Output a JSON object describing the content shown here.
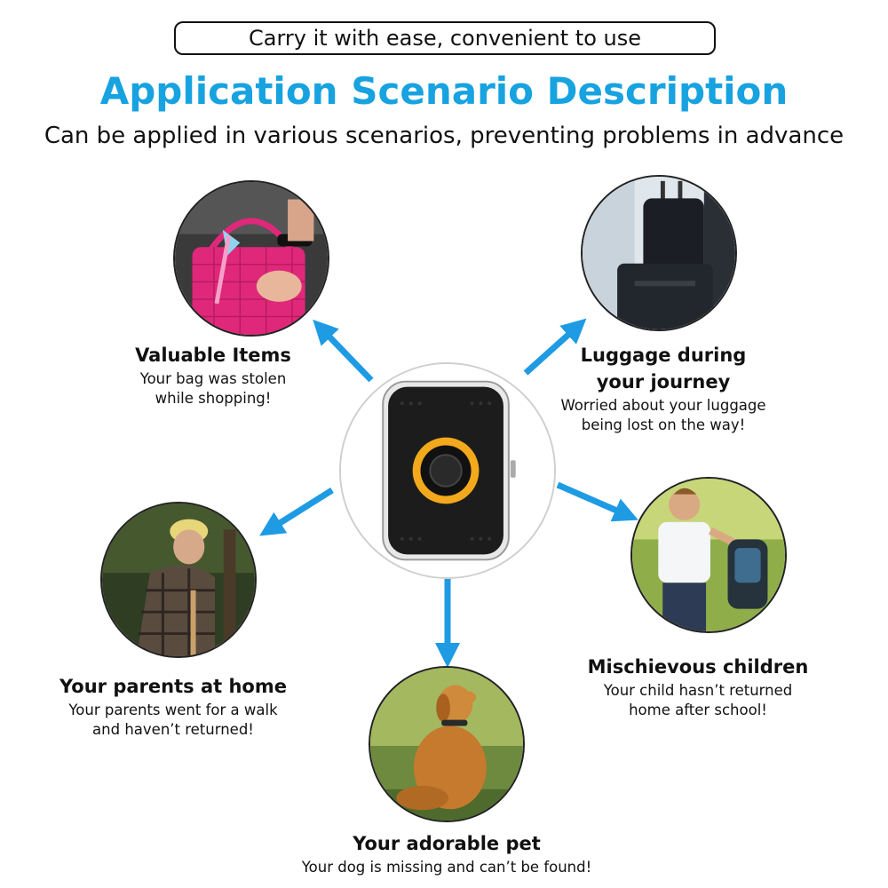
{
  "header": {
    "tagline": "Carry it with ease, convenient to use",
    "title": "Application Scenario Description",
    "subtitle": "Can be applied in various scenarios, preventing problems in advance"
  },
  "colors": {
    "title": "#17a2e0",
    "arrow": "#1e9be3",
    "device_ring": "#f2a91c",
    "device_body": "#1c1c1c"
  },
  "scenarios": [
    {
      "title": "Valuable Items",
      "desc_line1": "Your bag was stolen",
      "desc_line2": "while shopping!",
      "icon": "handbag-icon"
    },
    {
      "title": "Luggage during",
      "title_line2": "your journey",
      "desc_line1": "Worried about your luggage",
      "desc_line2": "being lost on the way!",
      "icon": "suitcase-icon"
    },
    {
      "title": "Your parents at home",
      "desc_line1": "Your parents went for a walk",
      "desc_line2": "and haven’t returned!",
      "icon": "elderly-person-icon"
    },
    {
      "title": "Mischievous children",
      "desc_line1": "Your child hasn’t returned",
      "desc_line2": "home after school!",
      "icon": "child-with-backpack-icon"
    },
    {
      "title": "Your adorable pet",
      "desc_line1": "Your dog is missing and can’t be found!",
      "icon": "dog-icon"
    }
  ]
}
